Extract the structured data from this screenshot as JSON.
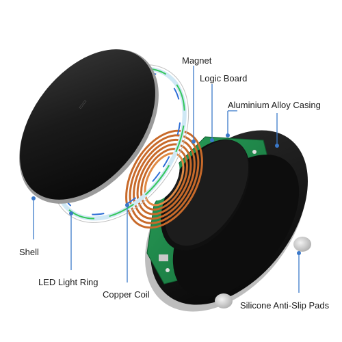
{
  "labels": {
    "magnet": "Magnet",
    "logic_board": "Logic Board",
    "aluminium_casing": "Aluminium Alloy Casing",
    "shell": "Shell",
    "led_ring": "LED Light Ring",
    "copper_coil": "Copper Coil",
    "anti_slip": "Silicone Anti-Slip Pads"
  },
  "colors": {
    "callout": "#3a78c9",
    "shell": "#151515",
    "copper": "#c86a2a",
    "pcb": "#1f8a4a",
    "magnet": "#141414",
    "casing": "#0f0f0f",
    "led_green": "#34c759",
    "led_blue": "#2f6fd6",
    "pad": "#d7d7d7"
  }
}
